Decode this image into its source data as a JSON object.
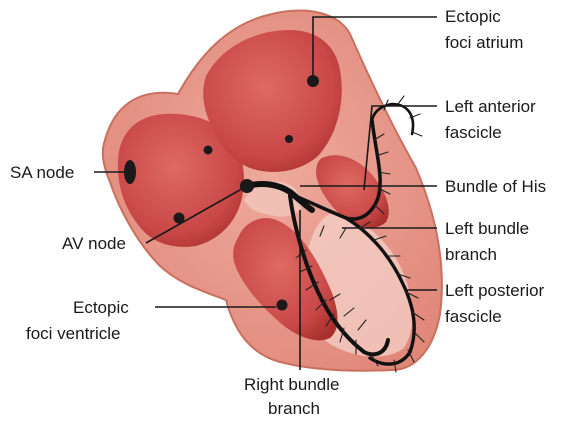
{
  "colors": {
    "outer_wall": "#e89a8c",
    "outer_edge": "#c9705f",
    "chamber": "#c94848",
    "chamber_dark": "#a8302c",
    "septum": "#f0c0b4",
    "fibers_light": "#f4d2c8",
    "conduction": "#111111"
  },
  "labels": {
    "ectopic_atrium_1": "Ectopic",
    "ectopic_atrium_2": "foci atrium",
    "left_anterior_1": "Left anterior",
    "left_anterior_2": "fascicle",
    "sa_node": "SA node",
    "bundle_his": "Bundle of His",
    "left_bundle_1": "Left bundle",
    "left_bundle_2": "branch",
    "av_node": "AV node",
    "ectopic_ventricle_1": "Ectopic",
    "ectopic_ventricle_2": "foci ventricle",
    "left_posterior_1": "Left posterior",
    "left_posterior_2": "fascicle",
    "right_bundle_1": "Right bundle",
    "right_bundle_2": "branch"
  }
}
